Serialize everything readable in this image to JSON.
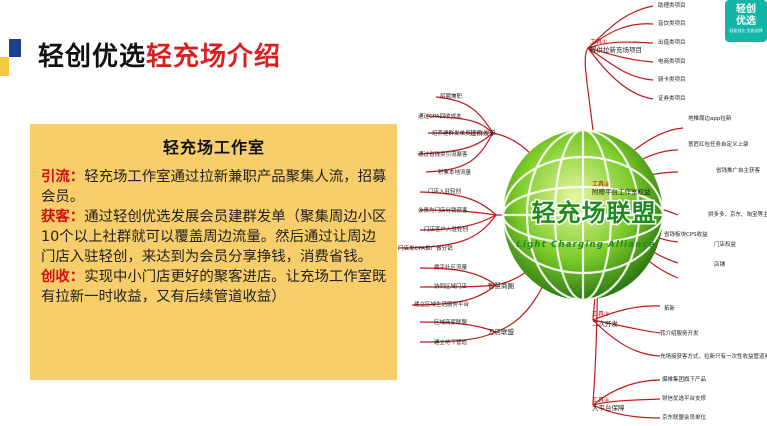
{
  "header": {
    "title_part1": "轻创优选",
    "title_part2": "轻充场介绍"
  },
  "logo": {
    "line1": "轻创",
    "line2": "优选",
    "line3": "轻松创业 优质选择"
  },
  "card": {
    "title": "轻充场工作室",
    "items": [
      {
        "key": "引流：",
        "text": "轻充场工作室通过拉新兼职产品聚集人流，招募会员。"
      },
      {
        "key": "获客：",
        "text": "通过轻创优选发展会员建群发单（聚集周边小区10个以上社群就可以覆盖周边流量。然后通过让周边门店入驻轻创，来达到为会员分享挣钱，消费省钱。"
      },
      {
        "key": "创收：",
        "text": "实现中小门店更好的聚客进店。让充场工作室既有拉新一时收益，又有后续管道收益）"
      }
    ]
  },
  "mindmap": {
    "center_title": "轻充场联盟",
    "center_subtitle": "Light Charging Alliance",
    "left_branches": [
      {
        "label": "建群发单",
        "items": [
          "招聘兼职",
          "通过CPA回收成本",
          "培养建群发单员",
          "通过省钱卖引流聚客",
          "积累本地流量"
        ]
      },
      {
        "label": "门店入驻轻创",
        "items": [
          "门店入驻轻创",
          "会员为门店分销获客",
          "门店客户入驻轻创",
          "门店发CPA推广做分销"
        ]
      },
      {
        "label": "智慧商圈",
        "items": [
          "拥平社区流量",
          "协同区域门店",
          "建立区域生活服务平台"
        ]
      },
      {
        "label": "万店联盟",
        "items": [
          "区域商家联盟",
          "建立地下管道"
        ]
      }
    ],
    "right_branches": [
      {
        "tool": "工具①",
        "label": "提供拉新充场项目",
        "items": [
          "助理类项目",
          "音饮类项目",
          "出借类项目",
          "电商类项目",
          "骑卡类项目",
          "证券类项目"
        ]
      },
      {
        "tool": "工具②",
        "label": "附赠平台工作室权益",
        "items": [
          "地推周边app拉新",
          "意匠红包任务自定义上架",
          "省钱推广自主获客",
          "省钱板块CPS收益",
          "拼多多、京东、淘宝等主流电商平台优惠领券",
          "门店权益",
          "店铺"
        ]
      },
      {
        "tool": "工具③",
        "label": "二次开发",
        "items": [
          "拓新",
          "转介绍服务开发",
          "充场接获客方式，拉新只有一次性收益管道收益才长久"
        ]
      },
      {
        "tool": "工具④",
        "label": "大平台保障",
        "items": [
          "爆推集团旗下产品",
          "财信优选平台支撑",
          "京东联盟会员单位"
        ]
      }
    ]
  }
}
